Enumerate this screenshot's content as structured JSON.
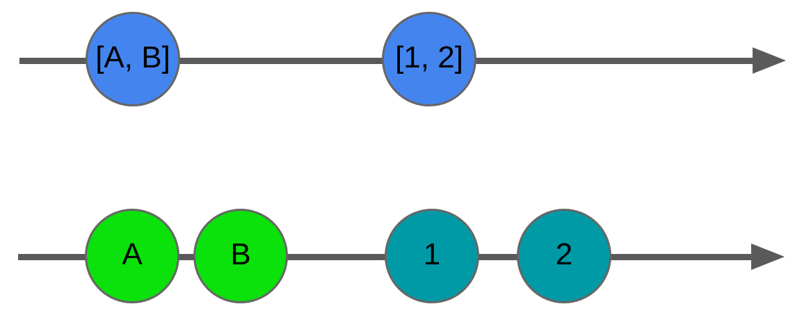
{
  "colors": {
    "background": "#ffffff",
    "line": "#5a5a5a",
    "marble_stroke": "#666666",
    "blue": "#4484ee",
    "green": "#0be10b",
    "teal": "#009aa6",
    "label_text": "#000000"
  },
  "streams": [
    {
      "marbles": [
        {
          "label": "[A, B]",
          "color": "blue"
        },
        {
          "label": "[1, 2]",
          "color": "blue"
        }
      ]
    },
    {
      "marbles": [
        {
          "label": "A",
          "color": "green"
        },
        {
          "label": "B",
          "color": "green"
        },
        {
          "label": "1",
          "color": "teal"
        },
        {
          "label": "2",
          "color": "teal"
        }
      ]
    }
  ]
}
